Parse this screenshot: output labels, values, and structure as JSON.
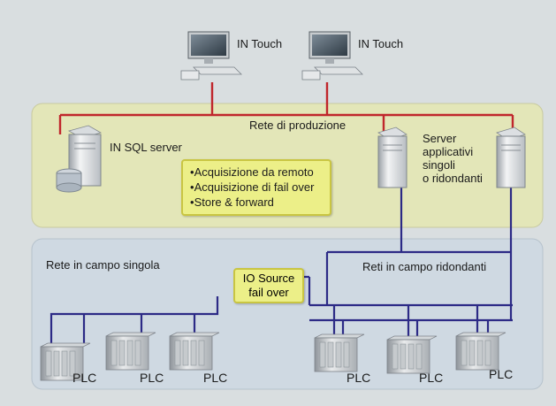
{
  "workstations": [
    {
      "label": "IN Touch"
    },
    {
      "label": "IN Touch"
    }
  ],
  "production_network": {
    "title": "Rete di produzione",
    "sql_server_label": "IN SQL server",
    "app_server_label": [
      "Server",
      "applicativi",
      "singoli",
      "o ridondanti"
    ],
    "features": [
      "Acquisizione da remoto",
      "Acquisizione di fail over",
      "Store & forward"
    ]
  },
  "field_network": {
    "single_label": "Rete in campo singola",
    "redundant_label": "Reti in campo ridondanti",
    "io_source": [
      "IO Source",
      "fail over"
    ]
  },
  "plcs": [
    "PLC",
    "PLC",
    "PLC",
    "PLC",
    "PLC",
    "PLC"
  ],
  "colors": {
    "production_zone": "#e3e6b8",
    "field_zone": "#cfd9e2",
    "production_line": "#c0262c",
    "field_line": "#2c2a86",
    "callout": "#ecef88"
  }
}
